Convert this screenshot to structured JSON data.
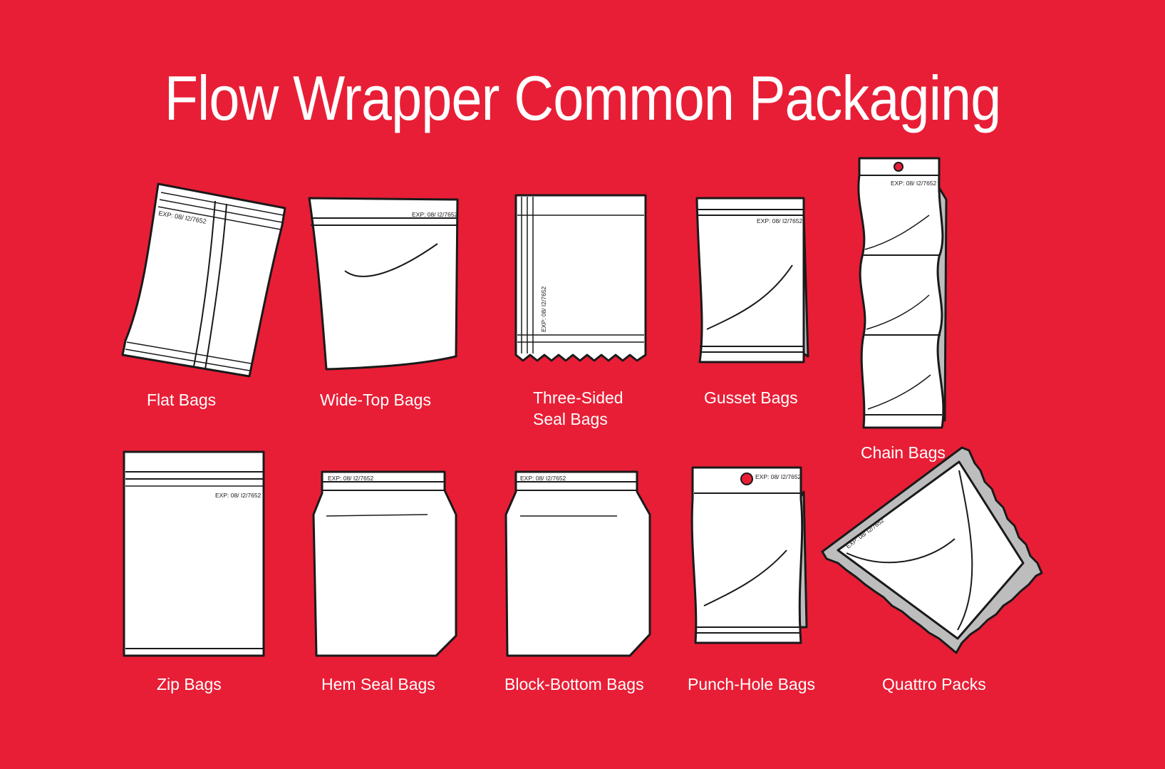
{
  "title": "Flow Wrapper Common Packaging",
  "colors": {
    "background": "#E81E36",
    "bag_fill": "#FFFFFF",
    "outline": "#1A1A1A",
    "shade": "#BDBDBD",
    "hole": "#E81E36"
  },
  "exp_text": "EXP: 08/ I2/7652",
  "items": [
    {
      "label": "Flat Bags"
    },
    {
      "label": "Wide-Top Bags"
    },
    {
      "label": "Three-Sided\nSeal Bags"
    },
    {
      "label": "Gusset Bags"
    },
    {
      "label": "Chain Bags"
    },
    {
      "label": "Zip Bags"
    },
    {
      "label": "Hem Seal Bags"
    },
    {
      "label": "Block-Bottom Bags"
    },
    {
      "label": "Punch-Hole Bags"
    },
    {
      "label": "Quattro Packs"
    }
  ]
}
